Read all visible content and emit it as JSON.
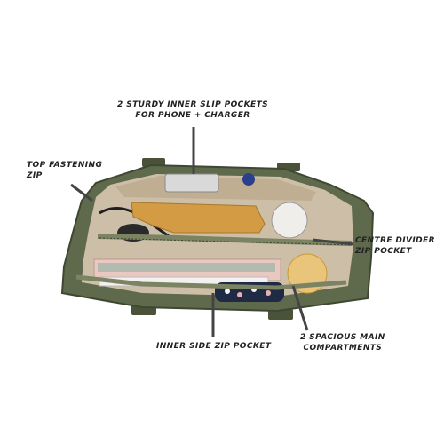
{
  "callouts": {
    "top_pockets": {
      "line1": "2 STURDY INNER SLIP POCKETS",
      "line2": "FOR PHONE + CHARGER"
    },
    "top_zip": {
      "line1": "TOP FASTENING",
      "line2": "ZIP"
    },
    "centre_divider": {
      "line1": "CENTRE DIVIDER",
      "line2": "ZIP POCKET"
    },
    "inner_side": {
      "line1": "INNER SIDE ZIP POCKET"
    },
    "main_compartments": {
      "line1": "2 SPACIOUS MAIN",
      "line2": "COMPARTMENTS"
    }
  },
  "colors": {
    "bag_olive": "#5f6a4c",
    "bag_dark": "#3f4733",
    "lining": "#cdbfa7",
    "wallet_mustard": "#d49b45",
    "notebook_pink": "#e9c9bf",
    "pouch_navy": "#1f2a44"
  }
}
